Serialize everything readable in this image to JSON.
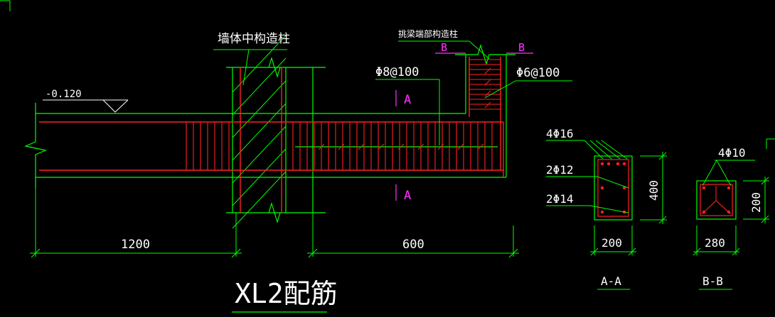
{
  "drawing": {
    "title": "XL2配筋",
    "colors": {
      "background": "#000000",
      "concrete_outline": "#00ff00",
      "rebar": "#ff2020",
      "text": "#ffffff",
      "section_marks": "#ff33ff",
      "hatch": "#00ff00"
    },
    "labels": {
      "column_note": "墙体中构造柱",
      "end_column_note": "挑梁端部构造柱",
      "elevation": "-0.120",
      "stirrup_beam": "Φ8@100",
      "stirrup_column": "Φ6@100",
      "dim_left": "1200",
      "dim_right": "600"
    },
    "section_marks": {
      "a_top": "A",
      "a_bottom": "A",
      "b_left": "B",
      "b_right": "B"
    },
    "section_aa": {
      "name": "A-A",
      "top_bars": "4Φ16",
      "mid_bars": "2Φ12",
      "bot_bars": "2Φ14",
      "width": "200",
      "height": "400"
    },
    "section_bb": {
      "name": "B-B",
      "bars": "4Φ10",
      "width": "280",
      "height": "200"
    }
  }
}
